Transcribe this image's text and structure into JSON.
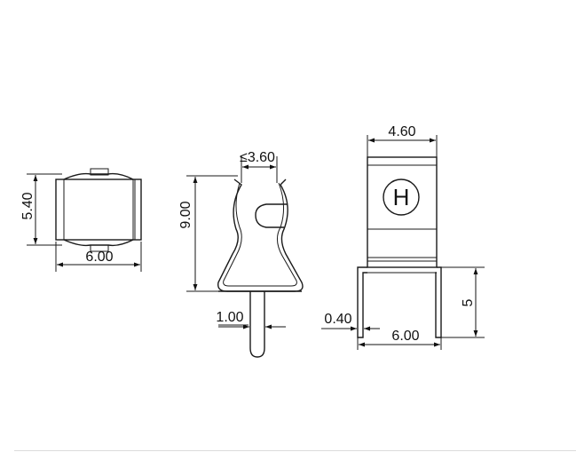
{
  "clip_side": {
    "height_label": "5.40",
    "width_label": "6.00"
  },
  "clip_front": {
    "opening_label": "≤3.60",
    "height_label": "9.00",
    "pin_label": "1.00"
  },
  "clip_top": {
    "width_label": "4.60",
    "marking": "H",
    "leg_height_label": "5",
    "leg_thickness_label": "0.40",
    "span_label": "6.00"
  }
}
